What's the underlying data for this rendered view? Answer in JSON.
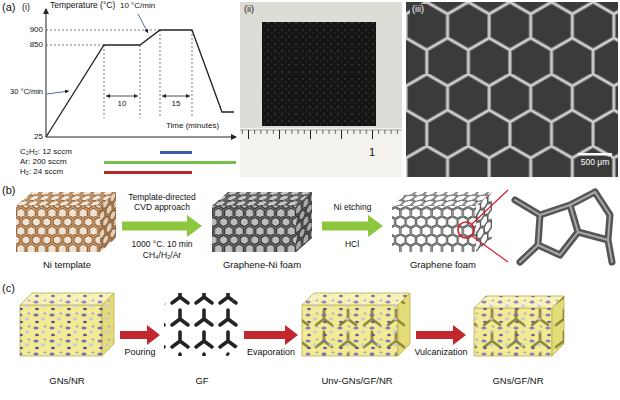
{
  "diagram": {
    "nodes": [
      {
        "text": [
          "Ni template"
        ]
      },
      {
        "text": [
          "Graphene-Ni foam"
        ]
      },
      {
        "text": [
          "Graphene foam"
        ]
      },
      {
        "text": [
          "GNs/NR"
        ]
      },
      {
        "text": [
          "GF"
        ]
      },
      {
        "text": [
          "Unv-GNs/GF/NR"
        ]
      },
      {
        "text": [
          "GNs/GF/NR"
        ]
      }
    ],
    "edges": [
      {
        "from": 0,
        "to": 1,
        "arrow": "to",
        "label": "Template-directed CVD approach"
      },
      {
        "from": 1,
        "to": 2,
        "arrow": "to",
        "label": "Ni etching"
      },
      {
        "from": 3,
        "to": 4,
        "arrow": "to",
        "label": "Pouring"
      },
      {
        "from": 4,
        "to": 5,
        "arrow": "to",
        "label": "Evaporation"
      },
      {
        "from": 5,
        "to": 6,
        "arrow": "to",
        "label": "Vulcanization"
      }
    ],
    "labels": [
      "(a)",
      "(i)",
      "Temperature (°C)",
      "10 °C/min",
      "900",
      "850",
      "30 °C/min",
      "25",
      "10",
      "15",
      "Time (minutes)",
      "(ii)",
      "1",
      "(iii)",
      "500 μm",
      "(b)",
      "1000 °C. 10 min",
      "CH₄/H₂/Ar",
      "HCl",
      "(c)"
    ],
    "legend": [
      {
        "text": "C₂H₂: 12 sccm",
        "color": "#3a5cab"
      },
      {
        "text": "Ar: 200 sccm",
        "color": "#78bf4a"
      },
      {
        "text": "H₂: 24 sccm",
        "color": "#b8262e"
      }
    ]
  }
}
